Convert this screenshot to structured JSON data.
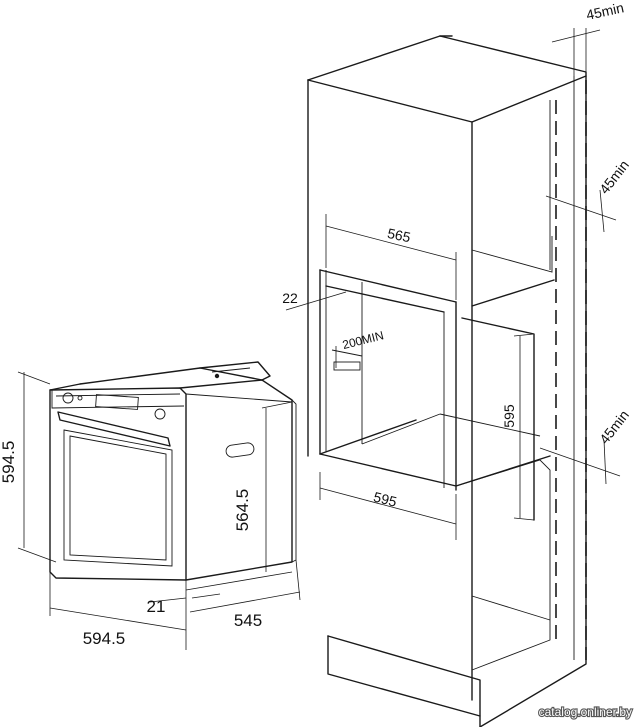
{
  "oven": {
    "height": "594.5",
    "cavity_height": "564.5",
    "width": "594.5",
    "front_offset": "21",
    "depth": "545"
  },
  "cabinet": {
    "gap_top": "45min",
    "gap_middle": "45min",
    "gap_bottom": "45min",
    "niche_top_width": "565",
    "panel_thickness": "22",
    "vent_min": "200MIN",
    "niche_height": "595",
    "niche_width": "595"
  },
  "watermark": "catalog.onliner.by"
}
